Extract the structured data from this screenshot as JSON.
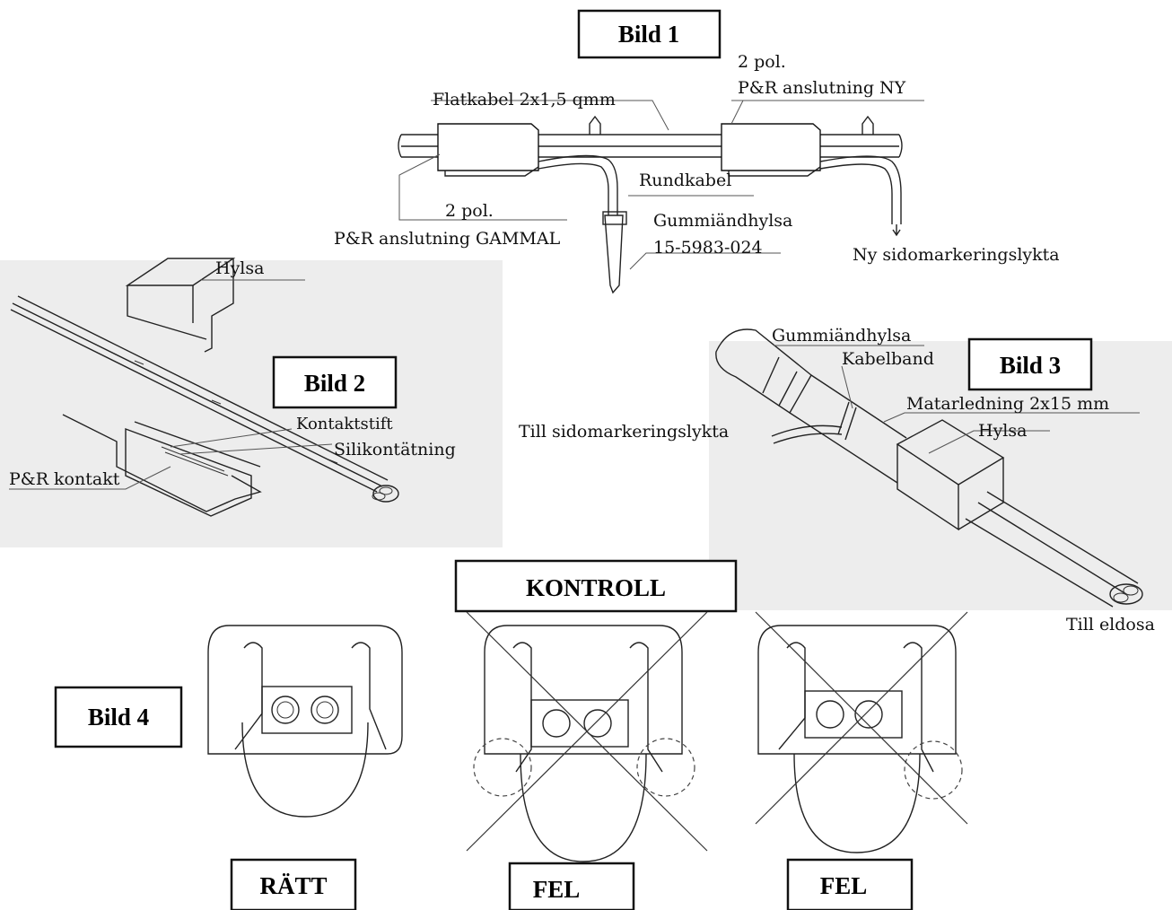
{
  "figures": {
    "bild1": "Bild 1",
    "bild2": "Bild 2",
    "bild3": "Bild 3",
    "bild4": "Bild 4",
    "kontroll": "KONTROLL",
    "ratt": "RÄTT",
    "fel_1": "FEL",
    "fel_2": "FEL"
  },
  "bild1_labels": {
    "flatkabel": "Flatkabel 2x1,5 qmm",
    "pol_ny": "2 pol.",
    "pr_ny": "P&R anslutning NY",
    "rundkabel": "Rundkabel",
    "pol_gammal": "2 pol.",
    "pr_gammal": "P&R  anslutning GAMMAL",
    "gummi": "Gummiändhylsa",
    "partnr": "15-5983-024",
    "ny_sido": "Ny sidomarkeringslykta"
  },
  "bild2_labels": {
    "hylsa": "Hylsa",
    "kontaktstift": "Kontaktstift",
    "silikon": "Silikontätning",
    "pr_kontakt": "P&R kontakt"
  },
  "bild3_labels": {
    "gummi": "Gummiändhylsa",
    "kabelband": "Kabelband",
    "matarledning": "Matarledning 2x15 mm",
    "hylsa": "Hylsa",
    "till_sido": "Till sidomarkeringslykta",
    "till_eldosa": "Till eldosa"
  }
}
